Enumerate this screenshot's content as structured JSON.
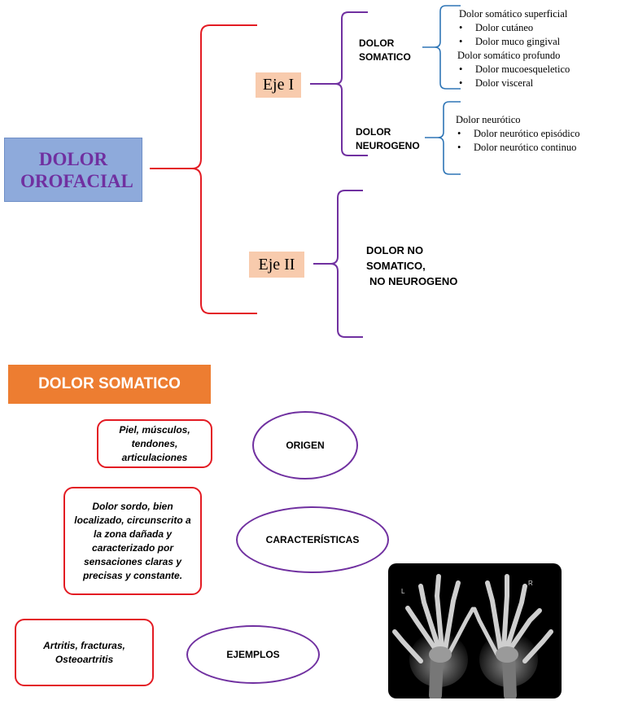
{
  "map": {
    "root": "DOLOR OROFACIAL",
    "eje1": "Eje I",
    "eje2": "Eje II",
    "somatico_label_1": "DOLOR",
    "somatico_label_2": "SOMATICO",
    "neurogeno_label_1": "DOLOR",
    "neurogeno_label_2": "NEUROGENO",
    "no_somatico_1": "DOLOR NO",
    "no_somatico_2": "SOMATICO,",
    "no_somatico_3": "NO NEUROGENO",
    "somatico_items": {
      "superficial": "Dolor somático superficial",
      "cutaneo": "Dolor cutáneo",
      "muco_gingival": "Dolor muco gingival",
      "profundo": "Dolor somático profundo",
      "mucoesqueletico": "Dolor mucoesqueletico",
      "visceral": "Dolor visceral"
    },
    "neurogeno_items": {
      "neurotico": "Dolor neurótico",
      "episodico": "Dolor neurótico episódico",
      "continuo": "Dolor neurótico continuo"
    }
  },
  "somatico": {
    "header": "DOLOR SOMATICO",
    "origen_label": "ORIGEN",
    "origen_text": "Piel, músculos, tendones, articulaciones",
    "caracteristicas_label": "CARACTERÍSTICAS",
    "caracteristicas_text": "Dolor sordo, bien localizado, circunscrito a la zona dañada y caracterizado por sensaciones claras y precisas y constante.",
    "ejemplos_label": "EJEMPLOS",
    "ejemplos_text": "Artritis, fracturas, Osteoartritis"
  },
  "xray": {
    "left_marker": "L",
    "right_marker": "R"
  },
  "colors": {
    "brace_red": "#e31b23",
    "brace_purple": "#7030a0",
    "brace_blue": "#2e75b6",
    "root_fill": "#8eaadb",
    "eje_fill": "#f8cbad",
    "header_fill": "#ed7d31"
  }
}
